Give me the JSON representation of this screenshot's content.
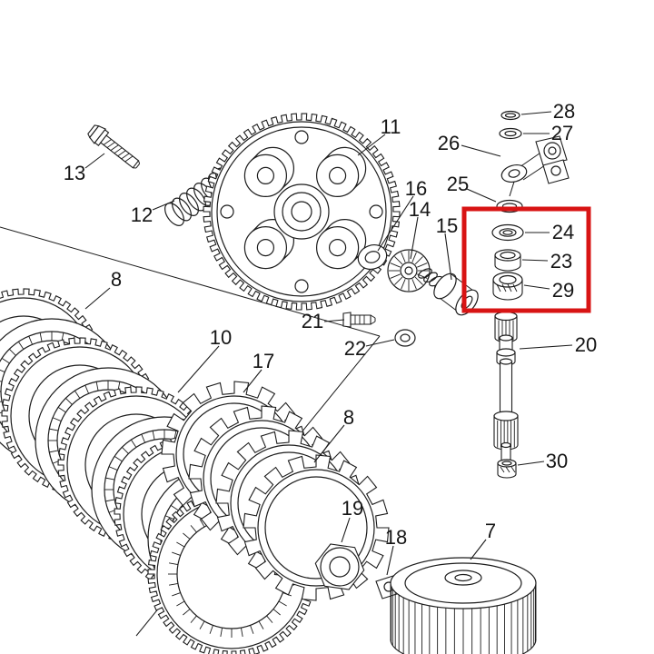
{
  "diagram": {
    "background": "#ffffff",
    "line_color": "#1c1c1c",
    "highlight": {
      "color": "#d81414",
      "highlighted_parts": [
        "24",
        "23",
        "29"
      ]
    },
    "labels": [
      {
        "text": "13"
      },
      {
        "text": "12"
      },
      {
        "text": "8"
      },
      {
        "text": "11"
      },
      {
        "text": "16"
      },
      {
        "text": "14"
      },
      {
        "text": "15"
      },
      {
        "text": "25"
      },
      {
        "text": "26"
      },
      {
        "text": "28"
      },
      {
        "text": "27"
      },
      {
        "text": "24"
      },
      {
        "text": "23"
      },
      {
        "text": "29"
      },
      {
        "text": "20"
      },
      {
        "text": "30"
      },
      {
        "text": "21"
      },
      {
        "text": "22"
      },
      {
        "text": "10"
      },
      {
        "text": "17"
      },
      {
        "text": "8"
      },
      {
        "text": "19"
      },
      {
        "text": "18"
      },
      {
        "text": "7"
      }
    ]
  }
}
